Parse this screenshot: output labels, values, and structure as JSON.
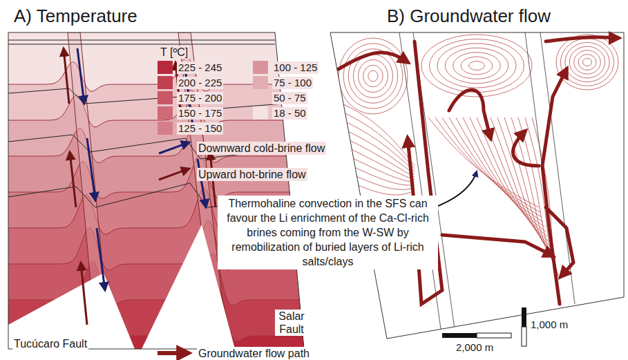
{
  "diagram": {
    "labels": [
      "A) Temperature",
      "B) Groundwater flow",
      "T [ºC]",
      "Thermohaline convection in the SFS can favour the Li enrichment of the Ca-Cl-rich brines coming from the W-SW by remobilization of buried layers of Li-rich salts/clays",
      "Tucúcaro Fault",
      "Salar Fault",
      "2,000 m",
      "1,000 m"
    ],
    "legend": [
      {
        "text": "225 - 245",
        "color": "#b8293b"
      },
      {
        "text": "200 - 225",
        "color": "#c1404f"
      },
      {
        "text": "175 - 200",
        "color": "#c85865"
      },
      {
        "text": "150 - 175",
        "color": "#cf6b76"
      },
      {
        "text": "125 - 150",
        "color": "#d47f88"
      },
      {
        "text": "100 - 125",
        "color": "#d9949b"
      },
      {
        "text": "75 - 100",
        "color": "#e2adb2"
      },
      {
        "text": "50 - 75",
        "color": "#ebc5c8"
      },
      {
        "text": "18 - 50",
        "color": "#f5e3e4"
      },
      {
        "text": "Downward cold-brine flow"
      },
      {
        "text": "Upward hot-brine flow"
      },
      {
        "text": "Groundwater flow path"
      }
    ]
  }
}
